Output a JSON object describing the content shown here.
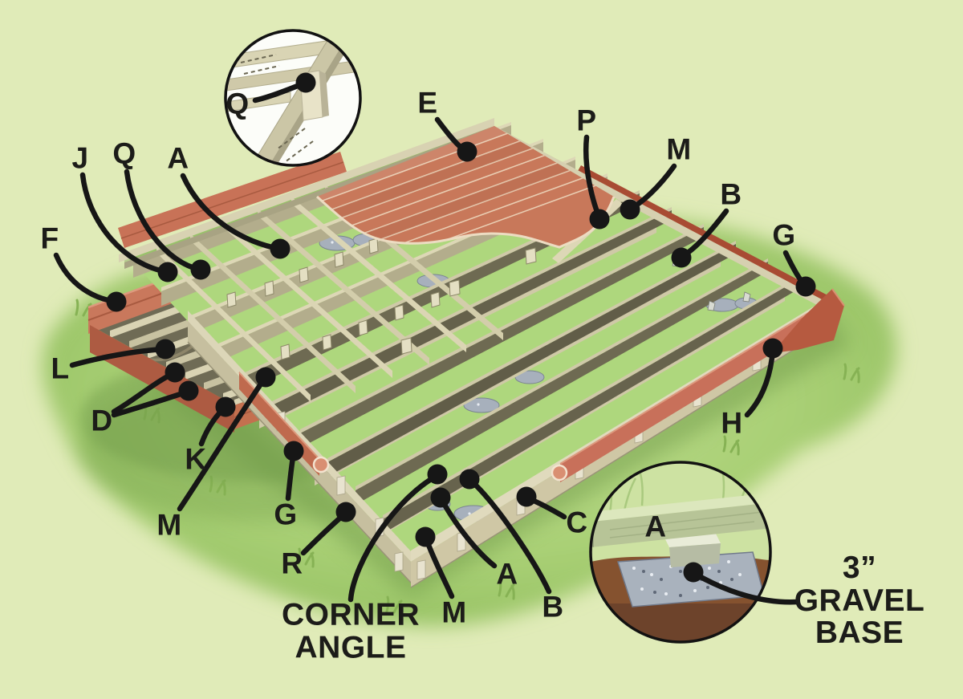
{
  "diagram": {
    "subject": "deck-platform-framing-exploded-callout-diagram",
    "colors": {
      "background": "#e0ebb8",
      "grass": "#a8cf74",
      "lumber_light": "#d8d2b2",
      "lumber_dark": "#6e6a52",
      "redwood": "#c8785a",
      "gravel": "#aab3bd",
      "ink": "#1a1a1a"
    }
  },
  "callouts": {
    "q_inset": {
      "text": "Q"
    },
    "j": {
      "text": "J"
    },
    "q_frame": {
      "text": "Q"
    },
    "a_top": {
      "text": "A"
    },
    "e": {
      "text": "E"
    },
    "p": {
      "text": "P"
    },
    "m_top": {
      "text": "M"
    },
    "b_top": {
      "text": "B"
    },
    "g_right": {
      "text": "G"
    },
    "f": {
      "text": "F"
    },
    "l": {
      "text": "L"
    },
    "d": {
      "text": "D"
    },
    "k": {
      "text": "K"
    },
    "m_left": {
      "text": "M"
    },
    "g_left": {
      "text": "G"
    },
    "r": {
      "text": "R"
    },
    "h": {
      "text": "H"
    },
    "corner_angle": {
      "line1": "CORNER",
      "line2": "ANGLE"
    },
    "m_bottom": {
      "text": "M"
    },
    "a_bottom": {
      "text": "A"
    },
    "b_bottom": {
      "text": "B"
    },
    "c": {
      "text": "C"
    },
    "a_inset": {
      "text": "A"
    },
    "gravel_base": {
      "line1": "3”",
      "line2": "GRAVEL",
      "line3": "BASE"
    }
  }
}
